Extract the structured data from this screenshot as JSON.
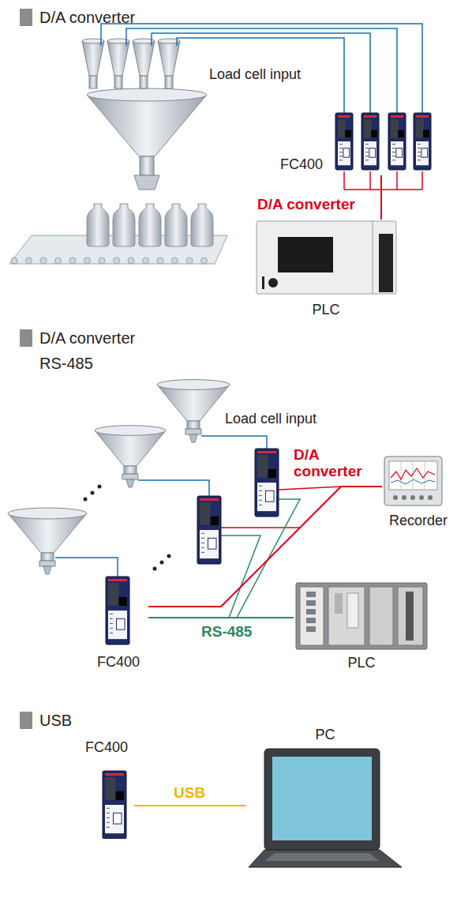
{
  "diagram": {
    "nodes": [
      {
        "text": [
          "FC400"
        ]
      },
      {
        "text": [
          "PLC"
        ]
      },
      {
        "text": [
          "FC400"
        ]
      },
      {
        "text": [
          "Recorder"
        ]
      },
      {
        "text": [
          "PLC"
        ]
      },
      {
        "text": [
          "FC400"
        ]
      },
      {
        "text": [
          "PC"
        ]
      }
    ],
    "edges": [
      {
        "from": 0,
        "to": 1,
        "arrow": "none",
        "label": "D/A converter"
      },
      {
        "from": 2,
        "to": 3,
        "arrow": "none",
        "label": "D/A converter"
      },
      {
        "from": 2,
        "to": 4,
        "arrow": "none",
        "label": "RS-485"
      },
      {
        "from": 5,
        "to": 6,
        "arrow": "none",
        "label": "USB"
      }
    ],
    "labels": [
      "D/A converter",
      "Load cell input",
      "D/A converter RS-485",
      "Load cell input",
      "USB"
    ]
  }
}
